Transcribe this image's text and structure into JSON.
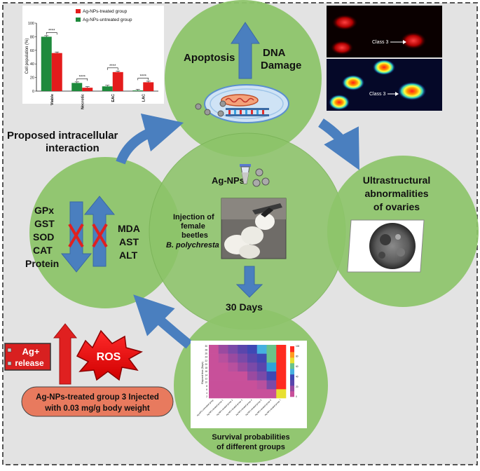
{
  "top_circle": {
    "apoptosis": "Apoptosis",
    "dna_damage_line1": "DNA",
    "dna_damage_line2": "Damage"
  },
  "comet_panels": {
    "label_top": "Class 3",
    "label_bottom": "Class 3"
  },
  "proposed": {
    "line1": "Proposed  intracellular",
    "line2": "interaction"
  },
  "left_circle": {
    "decreased": [
      "GPx",
      "GST",
      "SOD",
      "CAT",
      "Protein"
    ],
    "increased": [
      "MDA",
      "AST",
      "ALT"
    ]
  },
  "center_circle": {
    "agnps": "Ag-NPs",
    "injection_lines": [
      "Injection of",
      "female",
      "beetles"
    ],
    "species": "B. polychresta",
    "days": "30 Days"
  },
  "right_circle": {
    "lines": [
      "Ultrastructural",
      "abnormalities",
      "of ovaries"
    ]
  },
  "bottom_circle": {
    "line1": "Survival probabilities",
    "line2": "of different groups"
  },
  "heatmap": {
    "ylabel": "Elapsed time (Days)",
    "yticks": [
      "30",
      "28",
      "26",
      "24",
      "22",
      "20",
      "18",
      "16",
      "14",
      "12",
      "10",
      "8",
      "6",
      "4",
      "2"
    ],
    "colorbar_ticks": [
      "100",
      "80",
      "60",
      "40",
      "20",
      "0"
    ],
    "xlabels": [
      "Ag-NPs-untreated group",
      "Ag-NPs-treated group 1",
      "Ag-NPs-treated group 2",
      "Ag-NPs-treated group 3",
      "Ag-NPs-treated group 4",
      "Ag-NPs-treated group 5",
      "Ag-NPs-treated group 6",
      "Ag-NPs-treated group 7"
    ]
  },
  "ros": {
    "ag_line1": "Ag+",
    "ag_line2": "release",
    "ros_label": "ROS",
    "group_line1": "Ag-NPs-treated group 3 Injected",
    "group_line2": "with 0.03 mg/g body weight"
  },
  "colors": {
    "circle_fill": "#8dc46a",
    "arrow_blue": "#4a7fbf",
    "red": "#e02020",
    "green_series": "#1e8a3c",
    "red_series": "#e41c1c"
  },
  "chart_data": {
    "type": "bar",
    "ylabel": "Cell population (%)",
    "categories": [
      "Viable",
      "Necrotic",
      "EAC",
      "LAC"
    ],
    "ylim": [
      0,
      100
    ],
    "yticks": [
      "0",
      "20",
      "40",
      "60",
      "80",
      "100"
    ],
    "significance": "****",
    "legend_position": "top-right",
    "series": [
      {
        "name": "Ag-NPs-treated group",
        "values": [
          56,
          5,
          28,
          13
        ]
      },
      {
        "name": "Ag-NPs-untreated group",
        "values": [
          80,
          12,
          7,
          1
        ]
      }
    ]
  }
}
